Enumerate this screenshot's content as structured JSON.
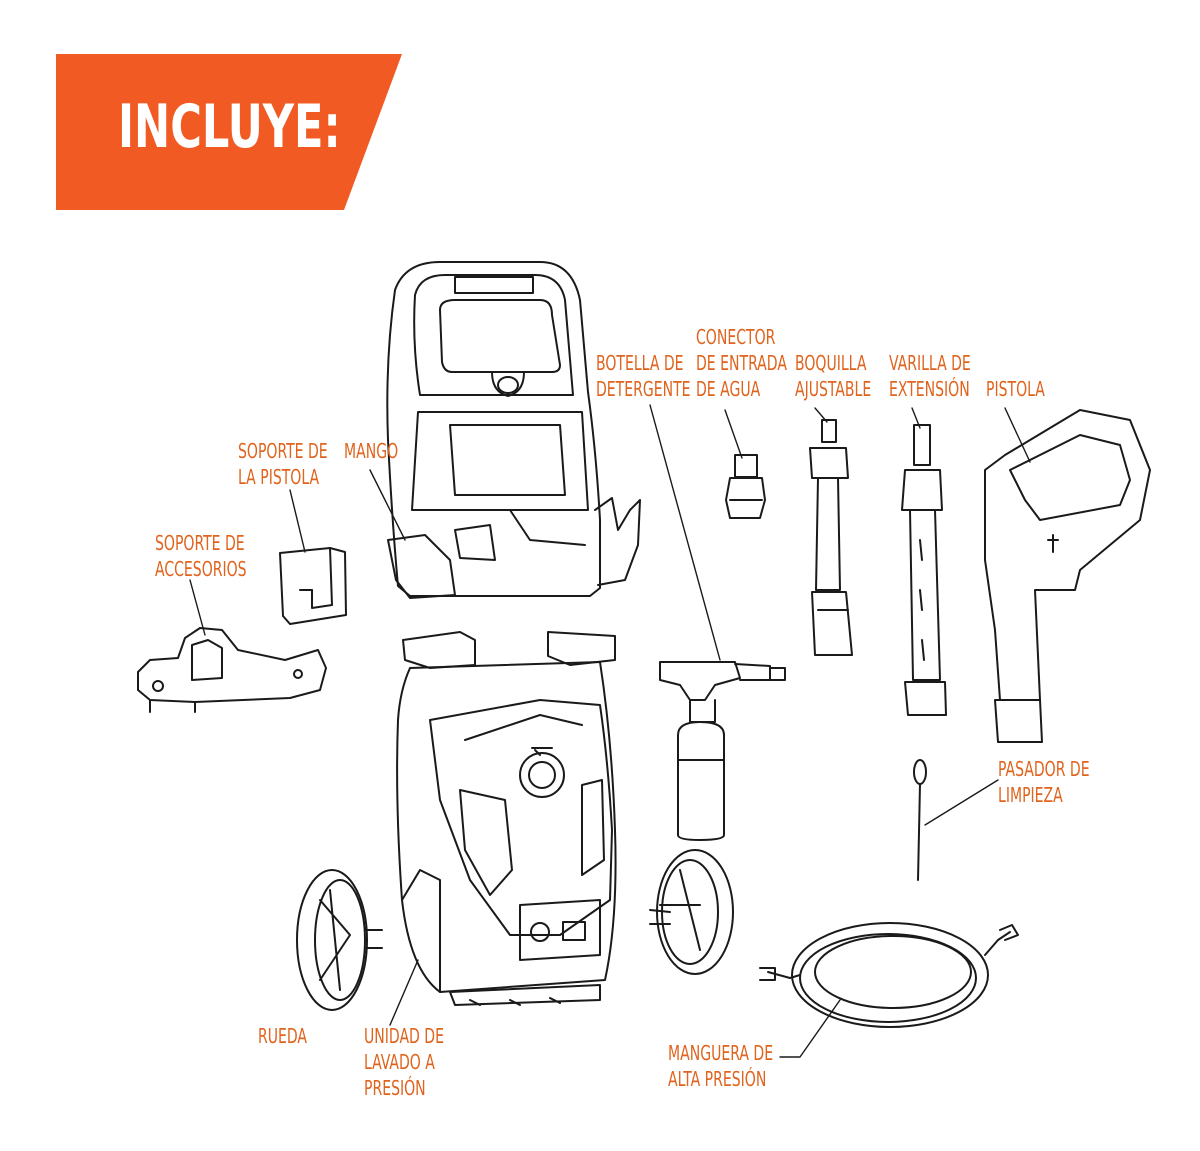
{
  "header": {
    "title": "INCLUYE:"
  },
  "colors": {
    "accent": "#f15a22",
    "label": "#e0641e",
    "line": "#1a1a1a"
  },
  "labels": {
    "soporte_pistola": [
      "SOPORTE DE",
      "LA PISTOLA"
    ],
    "mango": [
      "MANGO"
    ],
    "soporte_accesorios": [
      "SOPORTE DE",
      "ACCESORIOS"
    ],
    "botella": [
      "BOTELLA DE",
      "DETERGENTE"
    ],
    "conector": [
      "CONECTOR",
      "DE ENTRADA",
      "DE AGUA"
    ],
    "boquilla": [
      "BOQUILLA",
      "AJUSTABLE"
    ],
    "varilla": [
      "VARILLA DE",
      "EXTENSIÓN"
    ],
    "pistola": [
      "PISTOLA"
    ],
    "pasador": [
      "PASADOR DE",
      "LIMPIEZA"
    ],
    "rueda": [
      "RUEDA"
    ],
    "unidad": [
      "UNIDAD DE",
      "LAVADO A",
      "PRESIÓN"
    ],
    "manguera": [
      "MANGUERA DE",
      "ALTA PRESIÓN"
    ]
  }
}
